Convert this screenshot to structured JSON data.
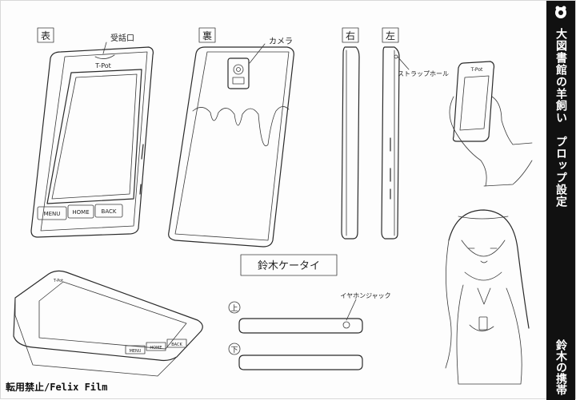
{
  "sidebar": {
    "title": "大図書館の羊飼い　プロップ設定",
    "subtitle": "鈴木の携帯"
  },
  "labels": {
    "front": "表",
    "back": "裏",
    "right": "右",
    "left": "左",
    "top": "上",
    "bottom": "下",
    "receiver": "受話口",
    "camera": "カメラ",
    "strap_hole": "ストラップホール",
    "earphone_jack": "イヤホンジャック",
    "prop_name": "鈴木ケータイ"
  },
  "phone": {
    "brand": "T-Pot",
    "buttons": [
      "MENU",
      "HOME",
      "BACK"
    ]
  },
  "footer": {
    "credit": "転用禁止/Felix Film"
  }
}
